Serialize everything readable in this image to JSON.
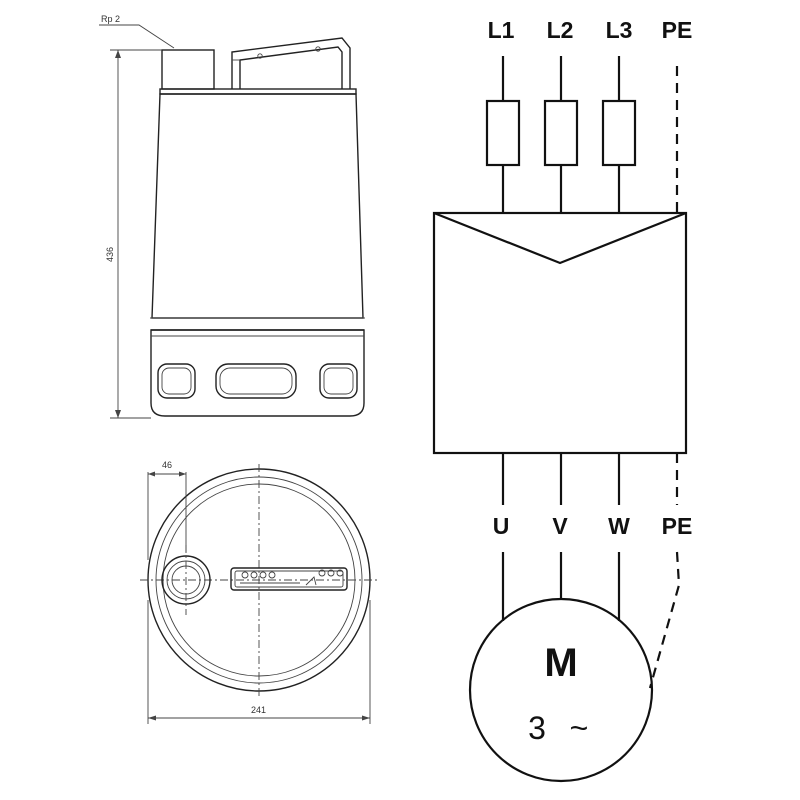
{
  "pump_drawing": {
    "outlet_label": "Rp 2",
    "height_dim": "436",
    "offset_dim": "46",
    "diameter_dim": "241"
  },
  "wiring": {
    "supply_terminals": [
      "L1",
      "L2",
      "L3",
      "PE"
    ],
    "motor_terminals": [
      "U",
      "V",
      "W",
      "PE"
    ],
    "motor_label": "M",
    "motor_phase": "3",
    "motor_ac_symbol": "~"
  }
}
